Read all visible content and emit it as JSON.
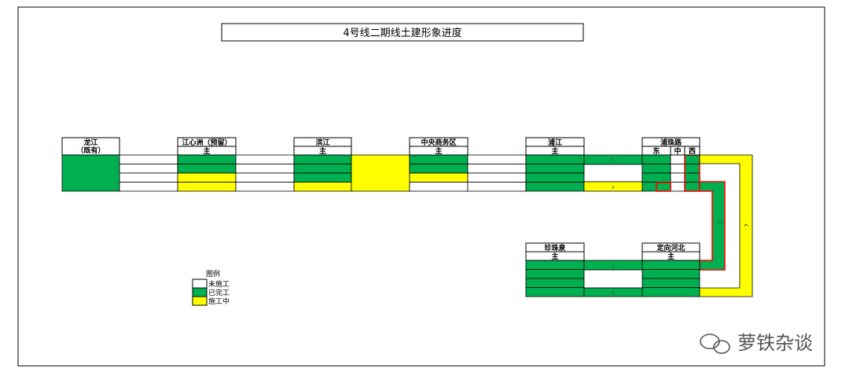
{
  "title": "4号线二期线土建形象进度",
  "stations": [
    {
      "name": "龙江",
      "sub": "（既有）"
    },
    {
      "name": "江心洲（预留）",
      "sub": "主"
    },
    {
      "name": "滨江",
      "sub": "主"
    },
    {
      "name": "中央商务区",
      "sub": "主"
    },
    {
      "name": "浦江",
      "sub": "主"
    },
    {
      "name": "浦珠路",
      "sub_parts": [
        "东",
        "中",
        "西"
      ]
    },
    {
      "name": "珍珠泉",
      "sub": "主"
    },
    {
      "name": "定向河北",
      "sub": "主"
    }
  ],
  "arrows": {
    "right": "›",
    "left": "‹",
    "up": "^"
  },
  "legend": {
    "title": "图例",
    "items": [
      {
        "label": "未施工",
        "color": "#ffffff"
      },
      {
        "label": "已完工",
        "color": "#00b050"
      },
      {
        "label": "施工中",
        "color": "#ffff00"
      }
    ]
  },
  "watermark": "萝铁杂谈",
  "colors": {
    "done": "#00b050",
    "in_progress": "#ffff00",
    "not_started": "#ffffff",
    "highlight_outline": "#ff0000",
    "line": "#000000"
  }
}
